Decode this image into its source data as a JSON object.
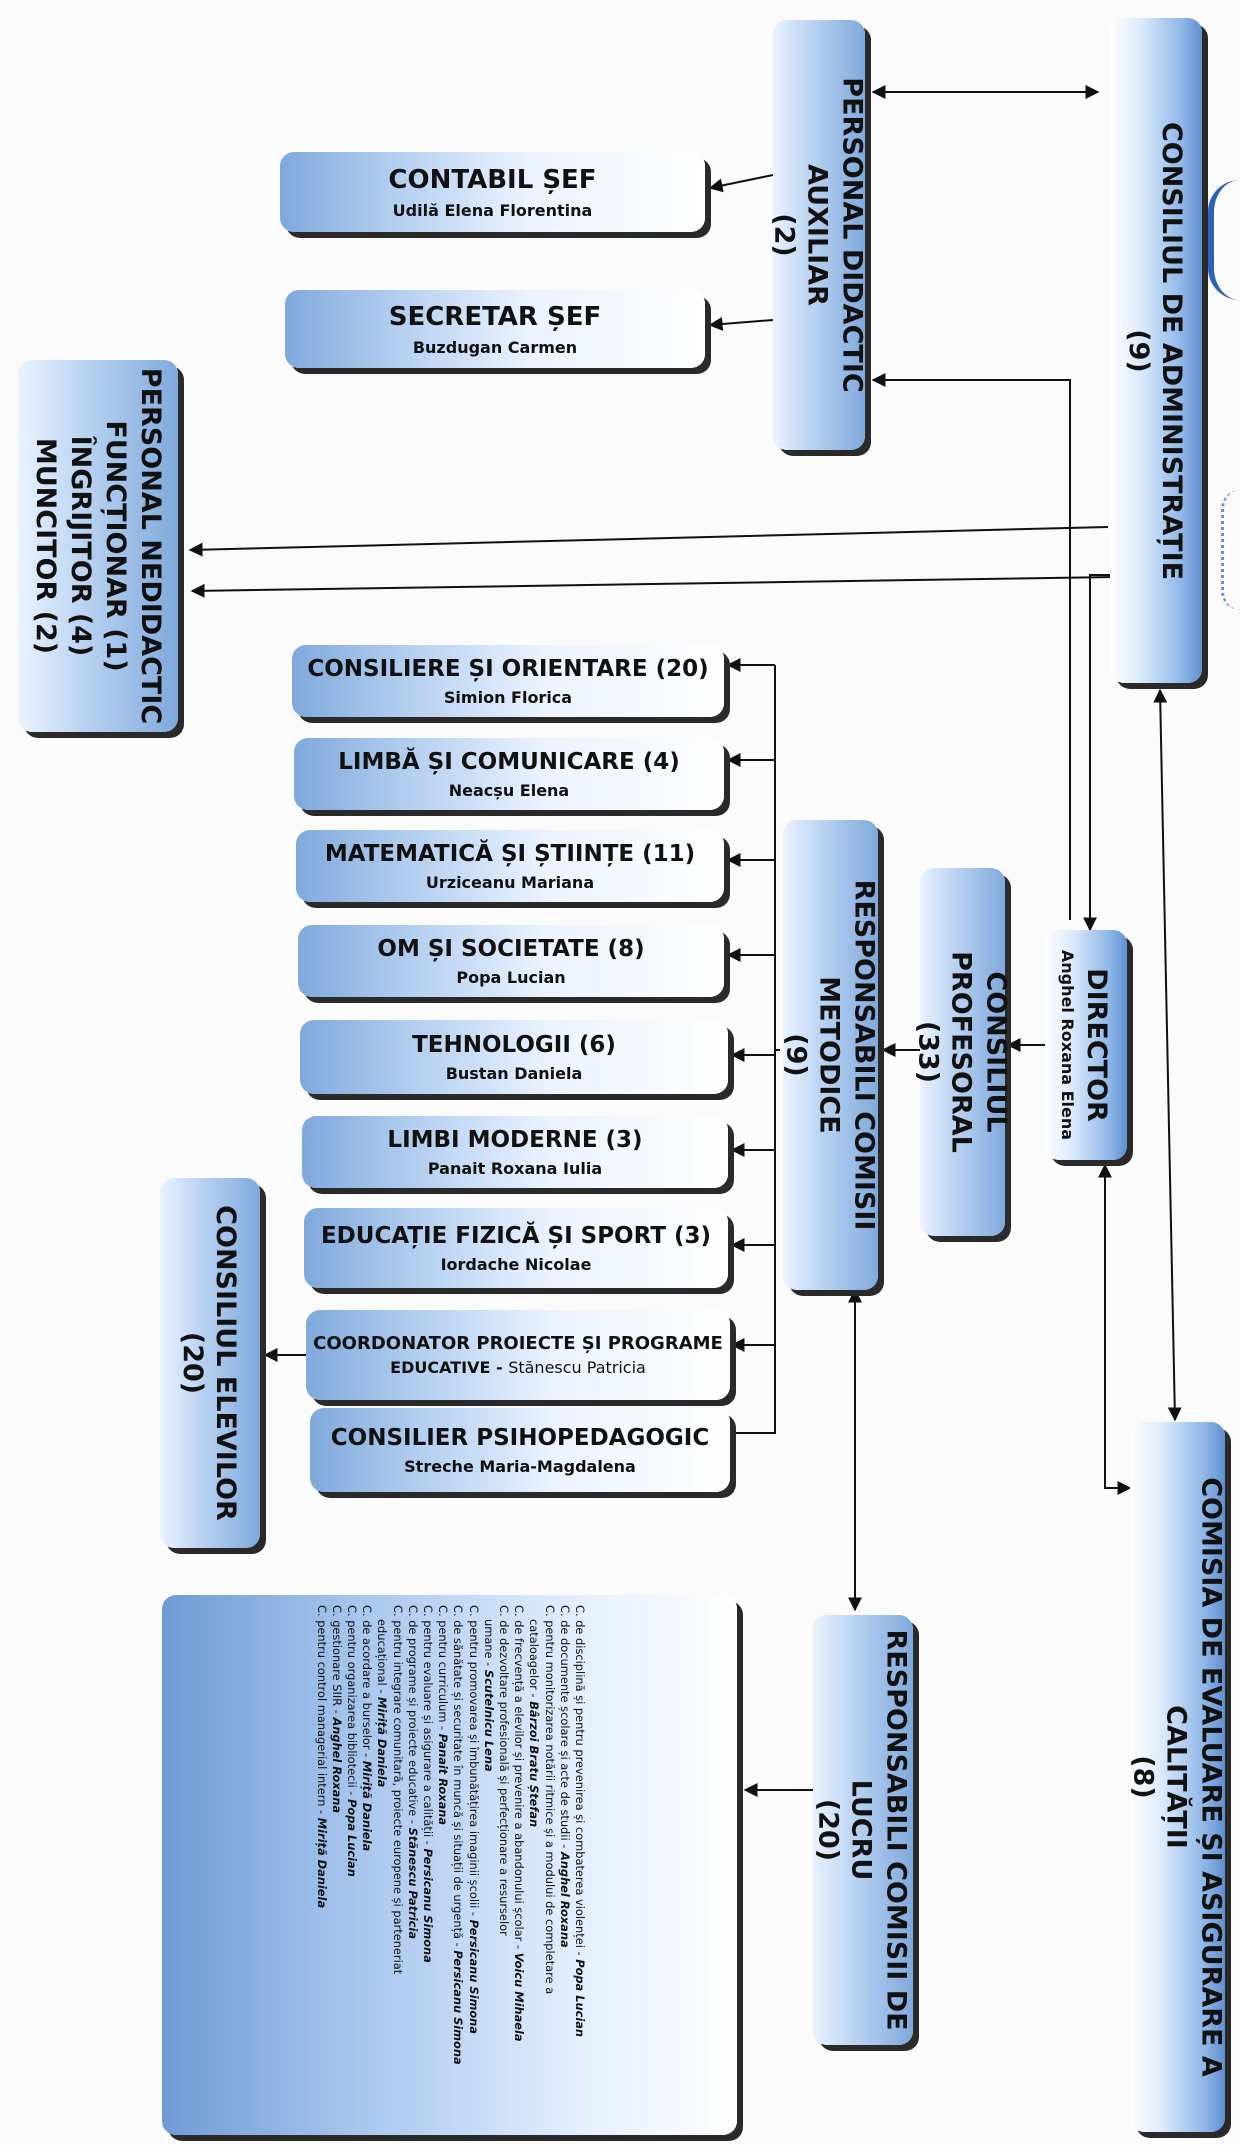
{
  "consiliul_administratie": {
    "title": "CONSILIUL DE ADMINISTRAȚIE",
    "count": "(9)"
  },
  "personal_didactic_auxiliar": {
    "title": "PERSONAL DIDACTIC AUXILIAR",
    "count": "(2)"
  },
  "contabil_sef": {
    "title": "CONTABIL ȘEF",
    "name": "Udilă Elena Florentina"
  },
  "secretar_sef": {
    "title": "SECRETAR ȘEF",
    "name": "Buzdugan Carmen"
  },
  "personal_nedidactic": {
    "line1": "PERSONAL NEDIDACTIC",
    "line2": "FUNCȚIONAR (1)",
    "line3": "ÎNGRIJITOR (4)",
    "line4": "MUNCITOR (2)"
  },
  "director": {
    "title": "DIRECTOR",
    "name": "Anghel Roxana Elena"
  },
  "consiliul_profesoral": {
    "title": "CONSILIUL PROFESORAL",
    "count": "(33)"
  },
  "responsabili_metodice": {
    "title": "RESPONSABILI COMISII METODICE",
    "count": "(9)"
  },
  "comisii_metodice": [
    {
      "title": "CONSILIERE ȘI ORIENTARE (20)",
      "name": "Simion Florica"
    },
    {
      "title": "LIMBĂ ȘI COMUNICARE (4)",
      "name": "Neacșu Elena"
    },
    {
      "title": "MATEMATICĂ ȘI ȘTIINȚE (11)",
      "name": "Urziceanu Mariana"
    },
    {
      "title": "OM ȘI SOCIETATE (8)",
      "name": "Popa Lucian"
    },
    {
      "title": "TEHNOLOGII (6)",
      "name": "Bustan Daniela"
    },
    {
      "title": "LIMBI MODERNE (3)",
      "name": "Panait Roxana Iulia"
    },
    {
      "title": "EDUCAȚIE FIZICĂ ȘI SPORT (3)",
      "name": "Iordache Nicolae"
    },
    {
      "title": "COORDONATOR PROIECTE ȘI PROGRAME",
      "title2": "EDUCATIVE",
      "name": "Stănescu Patricia"
    },
    {
      "title": "CONSILIER PSIHOPEDAGOGIC",
      "name": "Streche Maria-Magdalena"
    }
  ],
  "consiliul_elevilor": {
    "title": "CONSILIUL ELEVILOR",
    "count": "(20)"
  },
  "comisia_evaluare": {
    "title": "COMISIA DE EVALUARE ȘI ASIGURARE A CALITĂȚII",
    "count": "(8)"
  },
  "responsabili_lucru": {
    "title": "RESPONSABILI COMISII DE LUCRU",
    "count": "(20)"
  },
  "comisii_lucru": [
    {
      "text": "C. de disciplină și pentru prevenirea și combaterea violenței - ",
      "person": "Popa Lucian"
    },
    {
      "text": "C. de documente școlare și acte de studii - ",
      "person": "Anghel Roxana"
    },
    {
      "text": "C. pentru monitorizarea notării ritmice și a modului de completare a",
      "person": ""
    },
    {
      "text": "cataloagelor - ",
      "person": "Bârzoi Bratu Ștefan"
    },
    {
      "text": "C. de frecvență a elevilor și prevenire a abandonului școlar - ",
      "person": "Voicu Mihaela"
    },
    {
      "text": "C. de dezvoltare profesională și perfecționare a resurselor",
      "person": ""
    },
    {
      "text": "umane - ",
      "person": "Scutelnicu Lena"
    },
    {
      "text": "C. pentru promovarea și îmbunătățirea imaginii școlii - ",
      "person": "Persicanu Simona"
    },
    {
      "text": "C. de sănătate și securitate în muncă și situații de urgență - ",
      "person": "Persicanu Simona"
    },
    {
      "text": "C. pentru curriculum - ",
      "person": "Panait Roxana"
    },
    {
      "text": "C. pentru evaluare și asigurare a calității - ",
      "person": "Persicanu Simona"
    },
    {
      "text": "C. de programe și proiecte educative - ",
      "person": "Stănescu Patricia"
    },
    {
      "text": "C. pentru integrare comunitară, proiecte europene și parteneriat",
      "person": ""
    },
    {
      "text": "educațional - ",
      "person": "Miriță Daniela"
    },
    {
      "text": "C. de acordare a burselor - ",
      "person": "Miriță Daniela"
    },
    {
      "text": "C. pentru organizarea bibliotecii - ",
      "person": "Popa Lucian"
    },
    {
      "text": "C. gestionare SIIR - ",
      "person": "Anghel Roxana"
    },
    {
      "text": "C. pentru control managerial intern - ",
      "person": "Miriță Daniela"
    }
  ]
}
